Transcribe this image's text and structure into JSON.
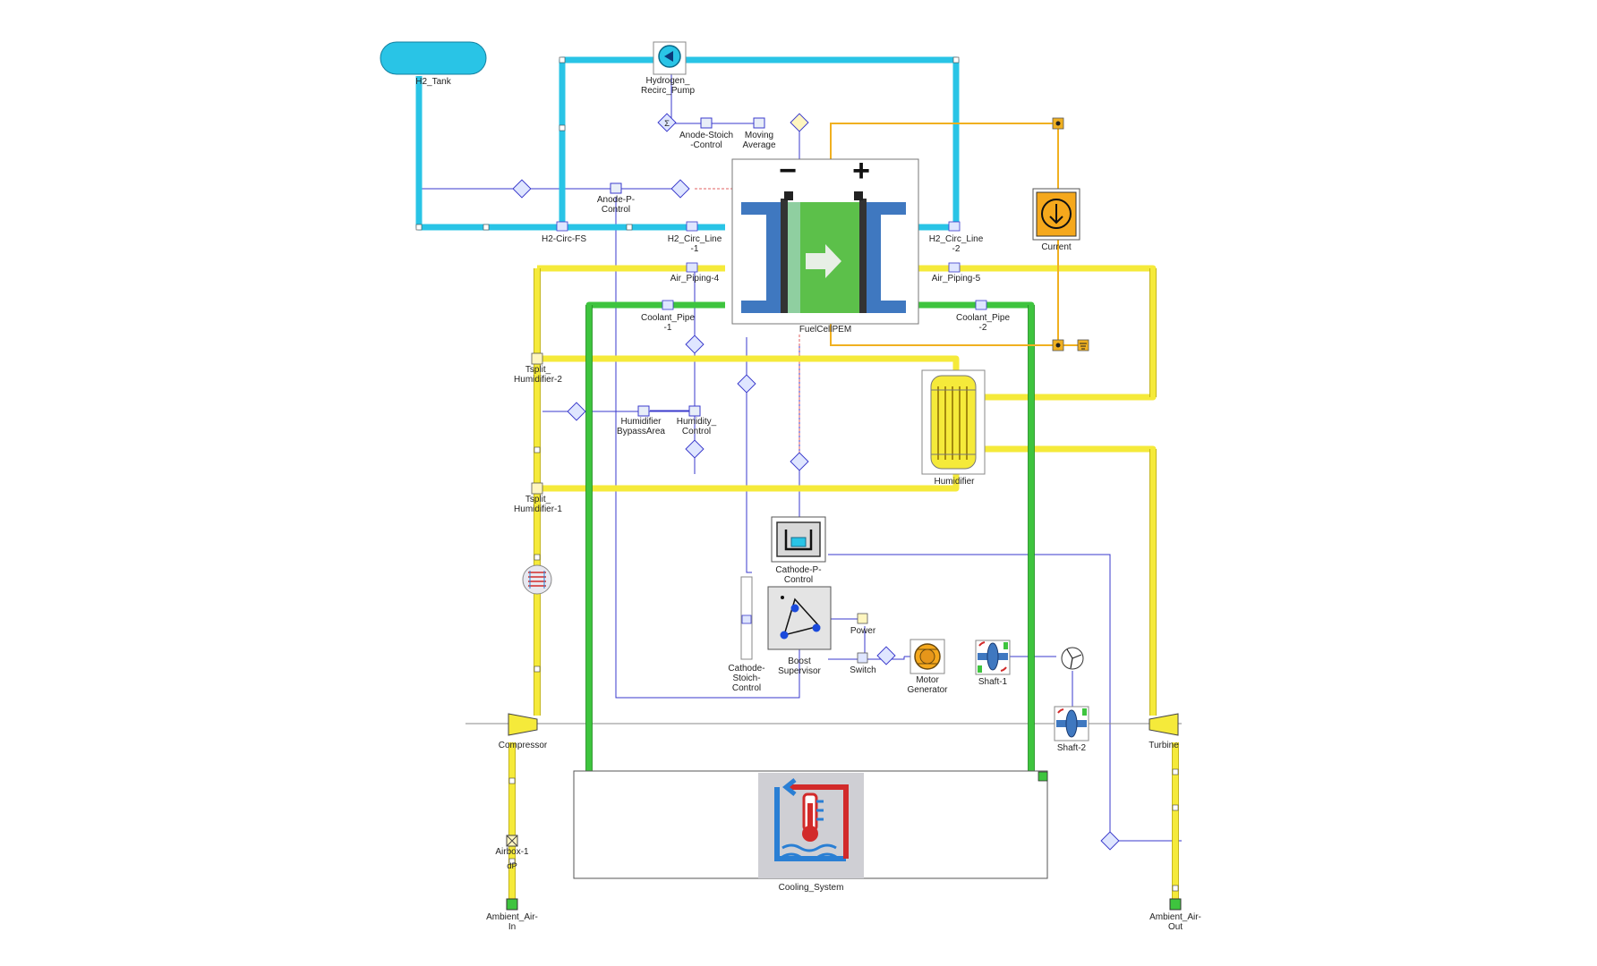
{
  "labels": {
    "h2_tank": "H2_Tank",
    "pump_1": "Hydrogen_",
    "pump_2": "Recirc_Pump",
    "anode_stoich_1": "Anode-Stoich",
    "anode_stoich_2": "-Control",
    "moving_avg_1": "Moving",
    "moving_avg_2": "Average",
    "anode_p_1": "Anode-P-",
    "anode_p_2": "Control",
    "h2_circ_fs": "H2-Circ-FS",
    "h2_circ_line1_1": "H2_Circ_Line",
    "h2_circ_line1_2": "-1",
    "h2_circ_line2_1": "H2_Circ_Line",
    "h2_circ_line2_2": "-2",
    "air_piping_4": "Air_Piping-4",
    "air_piping_5": "Air_Piping-5",
    "coolant_pipe1_1": "Coolant_Pipe",
    "coolant_pipe1_2": "-1",
    "coolant_pipe2_1": "Coolant_Pipe",
    "coolant_pipe2_2": "-2",
    "fuelcell": "FuelCellPEM",
    "current": "Current",
    "tsplit2_1": "Tsplit_",
    "tsplit2_2": "Humidifier-2",
    "tsplit1_1": "Tsplit_",
    "tsplit1_2": "Humidifier-1",
    "hum_bypass_1": "Humidifier",
    "hum_bypass_2": "BypassArea",
    "hum_control_1": "Humidity_",
    "hum_control_2": "Control",
    "humidifier": "Humidifier",
    "cathode_p_1": "Cathode-P-",
    "cathode_p_2": "Control",
    "boost_1": "Boost",
    "boost_2": "Supervisor",
    "cathode_stoich_1": "Cathode-",
    "cathode_stoich_2": "Stoich-",
    "cathode_stoich_3": "Control",
    "power": "Power",
    "switch": "Switch",
    "motor_1": "Motor",
    "motor_2": "Generator",
    "shaft1": "Shaft-1",
    "shaft2": "Shaft-2",
    "compressor": "Compressor",
    "turbine": "Turbine",
    "airbox": "Airbox-1",
    "airbox_dp": "dP",
    "ambient_in_1": "Ambient_Air-",
    "ambient_in_2": "In",
    "ambient_out_1": "Ambient_Air-",
    "ambient_out_2": "Out",
    "cooling": "Cooling_System",
    "stack_minus": "−",
    "stack_plus": "+"
  },
  "colors": {
    "hydrogen_line": "#29c4e6",
    "air_line": "#f5ea3a",
    "coolant_line": "#3ec43e",
    "electric_line": "#f0b020",
    "signal_line": "#3a3acc",
    "stack_plate": "#3f78c0",
    "stack_membrane": "#5cc04a",
    "current_block": "#f5a81c",
    "cooling_red": "#d22a2a",
    "cooling_blue": "#2a7fd4"
  },
  "icons": [
    "tank-icon",
    "pump-icon",
    "fuel-cell-stack-icon",
    "current-source-icon",
    "humidifier-icon",
    "cathode-pressure-control-icon",
    "boost-supervisor-icon",
    "motor-generator-icon",
    "shaft-icon",
    "compressor-icon",
    "turbine-icon",
    "fan-icon",
    "intercooler-icon",
    "cooling-system-icon"
  ]
}
